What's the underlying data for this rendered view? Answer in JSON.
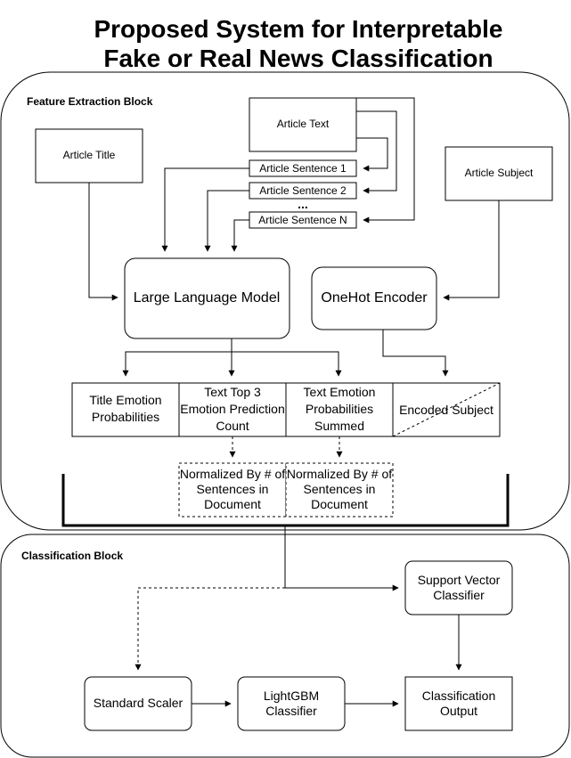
{
  "title": {
    "line1": "Proposed System for Interpretable",
    "line2": "Fake or Real News Classification"
  },
  "feature_block": {
    "label": "Feature Extraction Block",
    "article_title": "Article Title",
    "article_text": "Article Text",
    "sentence_1": "Article Sentence 1",
    "sentence_2": "Article Sentence 2",
    "ellipsis": "...",
    "sentence_n": "Article Sentence N",
    "article_subject": "Article Subject",
    "llm": "Large Language Model",
    "onehot": "OneHot Encoder",
    "features": {
      "title_emotion": [
        "Title Emotion",
        "Probabilities"
      ],
      "text_top3": [
        "Text Top 3",
        "Emotion Prediction",
        "Count"
      ],
      "text_emotion": [
        "Text Emotion",
        "Probabilities",
        "Summed"
      ],
      "encoded_subject": [
        "Encoded Subject"
      ]
    },
    "normalized": [
      "Normalized By # of",
      "Sentences in",
      "Document"
    ]
  },
  "classification_block": {
    "label": "Classification Block",
    "svc": [
      "Support Vector",
      "Classifier"
    ],
    "scaler": "Standard Scaler",
    "lightgbm": [
      "LightGBM",
      "Classifier"
    ],
    "output": [
      "Classification",
      "Output"
    ]
  }
}
